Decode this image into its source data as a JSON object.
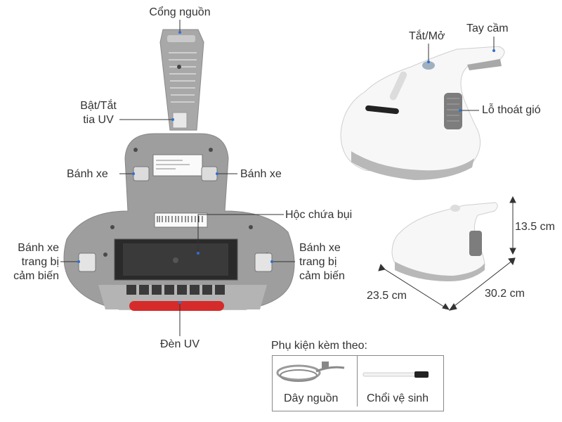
{
  "labels": {
    "power_port": "Cổng nguồn",
    "uv_switch_line1": "Bật/Tắt",
    "uv_switch_line2": "tia UV",
    "wheel_left": "Bánh xe",
    "wheel_right": "Bánh xe",
    "dust_box": "Hộc chứa bụi",
    "sensor_wheel_left_1": "Bánh xe",
    "sensor_wheel_left_2": "trang bị",
    "sensor_wheel_left_3": "cảm biến",
    "sensor_wheel_right_1": "Bánh xe",
    "sensor_wheel_right_2": "trang bị",
    "sensor_wheel_right_3": "cảm biến",
    "uv_lamp": "Đèn UV",
    "on_off": "Tắt/Mở",
    "handle": "Tay cầm",
    "air_vent": "Lỗ thoát gió"
  },
  "dimensions": {
    "height": "13.5 cm",
    "width": "23.5 cm",
    "length": "30.2 cm"
  },
  "accessories": {
    "title": "Phụ kiện kèm theo:",
    "items": [
      "Dây nguồn",
      "Chổi vệ sinh"
    ]
  },
  "colors": {
    "body_gray": "#9e9e9e",
    "device_white": "#f7f7f7",
    "uv_red": "#d62b2b",
    "pointer_blue": "#2f6fd0",
    "line_dark": "#333333"
  },
  "icons": [
    "vacuum-bottom-view",
    "vacuum-side-view",
    "vacuum-dimension-view",
    "power-cord-icon",
    "cleaning-brush-icon"
  ]
}
